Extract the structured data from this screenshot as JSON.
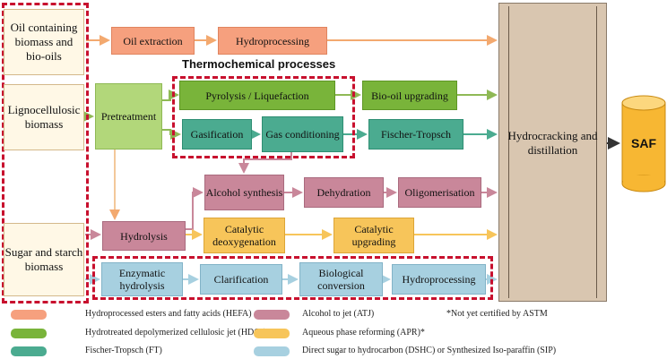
{
  "title": "Thermochemical processes",
  "sources": {
    "oil": "Oil containing biomass and bio-oils",
    "ligno": "Lignocellulosic biomass",
    "sugar": "Sugar and starch biomass"
  },
  "steps": {
    "oil_extraction": "Oil extraction",
    "hydroprocessing_top": "Hydroprocessing",
    "pretreatment": "Pretreatment",
    "pyrolysis": "Pyrolysis / Liquefaction",
    "biooil": "Bio-oil upgrading",
    "gasification": "Gasification",
    "gas_conditioning": "Gas conditioning",
    "fischer_tropsch": "Fischer-Tropsch",
    "alcohol_synthesis": "Alcohol synthesis",
    "dehydration": "Dehydration",
    "oligomerisation": "Oligomerisation",
    "hydrolysis": "Hydrolysis",
    "catalytic_deoxygenation": "Catalytic deoxygenation",
    "catalytic_upgrading": "Catalytic upgrading",
    "enzymatic_hydrolysis": "Enzymatic hydrolysis",
    "clarification": "Clarification",
    "biological_conversion": "Biological conversion",
    "hydroprocessing_bottom": "Hydroprocessing",
    "hydrocracking": "Hydrocracking and distillation",
    "saf": "SAF"
  },
  "legend": [
    {
      "label": "Hydroprocessed esters and fatty acids (HEFA)",
      "color": "#f6a07e"
    },
    {
      "label": "Hydrotreated depolymerized cellulosic jet (HDCJ)*",
      "color": "#79b43a"
    },
    {
      "label": "Fischer-Tropsch (FT)",
      "color": "#4bab90"
    },
    {
      "label": "Alcohol to jet (ATJ)",
      "color": "#c9879a"
    },
    {
      "label": "Aqueous phase reforming (APR)*",
      "color": "#f7c55a"
    },
    {
      "label": "Direct sugar to hydrocarbon (DSHC) or Synthesized Iso-paraffin (SIP)",
      "color": "#a7d0e0"
    }
  ],
  "note": "*Not yet certified by ASTM"
}
